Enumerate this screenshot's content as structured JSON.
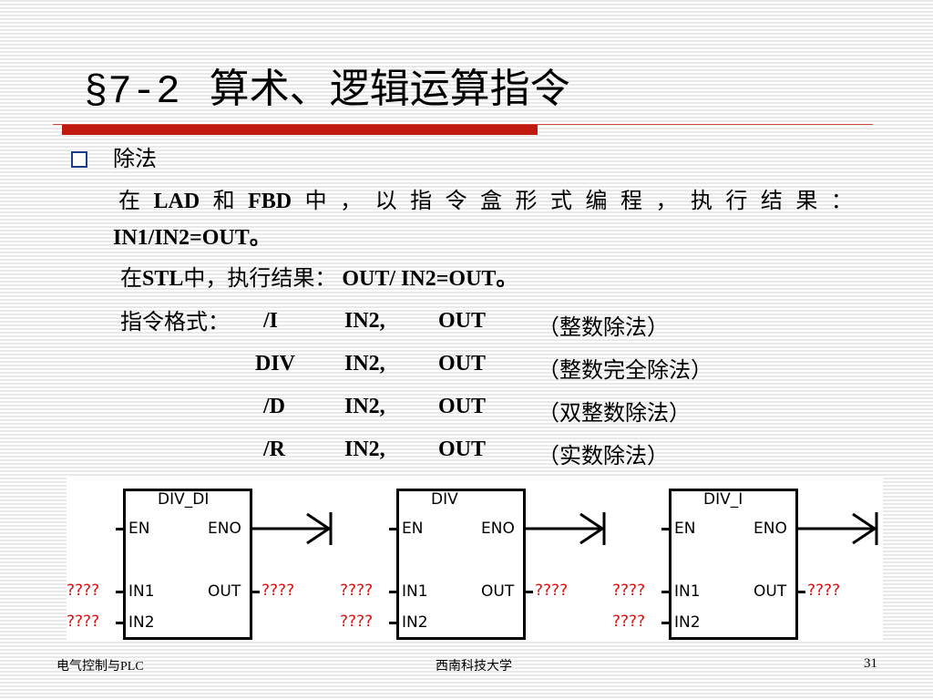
{
  "title": {
    "code": "§7-2",
    "text": "算术、逻辑运算指令"
  },
  "bullet": "除法",
  "para1_words": [
    "在",
    "LAD",
    "和",
    "FBD",
    "中",
    "，",
    "以",
    "指",
    "令",
    "盒",
    "形",
    "式",
    "编",
    "程",
    "，",
    "执",
    "行",
    "结",
    "果",
    "："
  ],
  "para1_line2": "IN1/IN2=OUT。",
  "para2": {
    "prefix": "在",
    "stl": "STL",
    "mid": "中，执行结果：",
    "formula": " OUT/ IN2=OUT。"
  },
  "format_label": "指令格式：",
  "formats": [
    {
      "op": "/I",
      "in2": "IN2,",
      "out": "OUT",
      "desc": "（整数除法）"
    },
    {
      "op": "DIV",
      "in2": "IN2,",
      "out": "OUT",
      "desc": "（整数完全除法）"
    },
    {
      "op": "/D",
      "in2": "IN2,",
      "out": "OUT",
      "desc": "（双整数除法）"
    },
    {
      "op": "/R",
      "in2": "IN2,",
      "out": "OUT",
      "desc": "（实数除法）"
    }
  ],
  "blocks": [
    {
      "name": "DIV_DI",
      "en": "EN",
      "eno": "ENO",
      "in1": "IN1",
      "in2": "IN2",
      "out": "OUT",
      "q_in1": "????",
      "q_in2": "????",
      "q_out": "????"
    },
    {
      "name": "DIV",
      "en": "EN",
      "eno": "ENO",
      "in1": "IN1",
      "in2": "IN2",
      "out": "OUT",
      "q_in1": "????",
      "q_in2": "????",
      "q_out": "????"
    },
    {
      "name": "DIV_I",
      "en": "EN",
      "eno": "ENO",
      "in1": "IN1",
      "in2": "IN2",
      "out": "OUT",
      "q_in1": "????",
      "q_in2": "????",
      "q_out": "????"
    }
  ],
  "footer": {
    "left_cn": "电气控制与",
    "left_en": "PLC",
    "center": "西南科技大学",
    "page": "31"
  }
}
